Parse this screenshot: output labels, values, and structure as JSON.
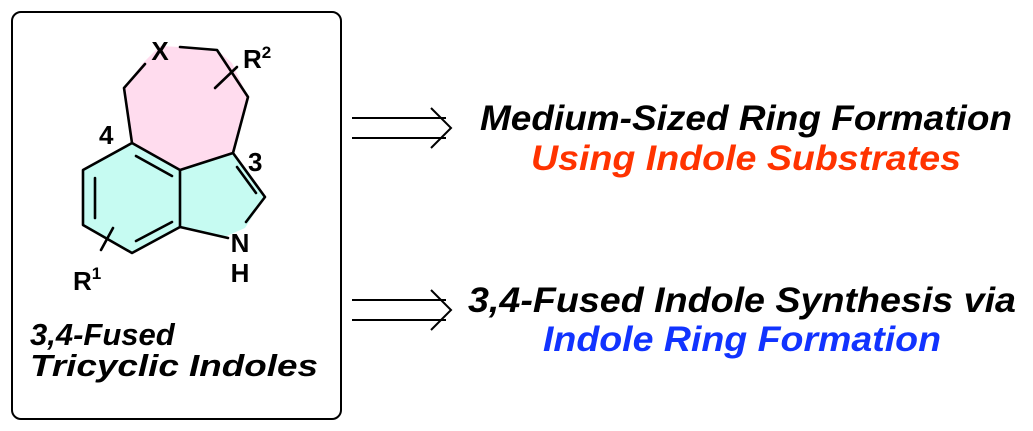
{
  "structure": {
    "atom_x": "X",
    "r1": "R",
    "r1_sup": "1",
    "r2": "R",
    "r2_sup": "2",
    "pos4": "4",
    "pos3": "3",
    "n": "N",
    "h": "H",
    "caption_line1": "3,4-Fused",
    "caption_line2": "Tricyclic Indoles"
  },
  "approaches": [
    {
      "line1": "Medium-Sized Ring Formation",
      "line2": "Using Indole Substrates",
      "line2_color": "#ff3300"
    },
    {
      "line1": "3,4-Fused Indole Synthesis via",
      "line2": "Indole Ring Formation",
      "line2_color": "#1133ff"
    }
  ],
  "colors": {
    "medium_ring_fill": "#ffdcee",
    "indole_fill": "#c6fbf2"
  }
}
